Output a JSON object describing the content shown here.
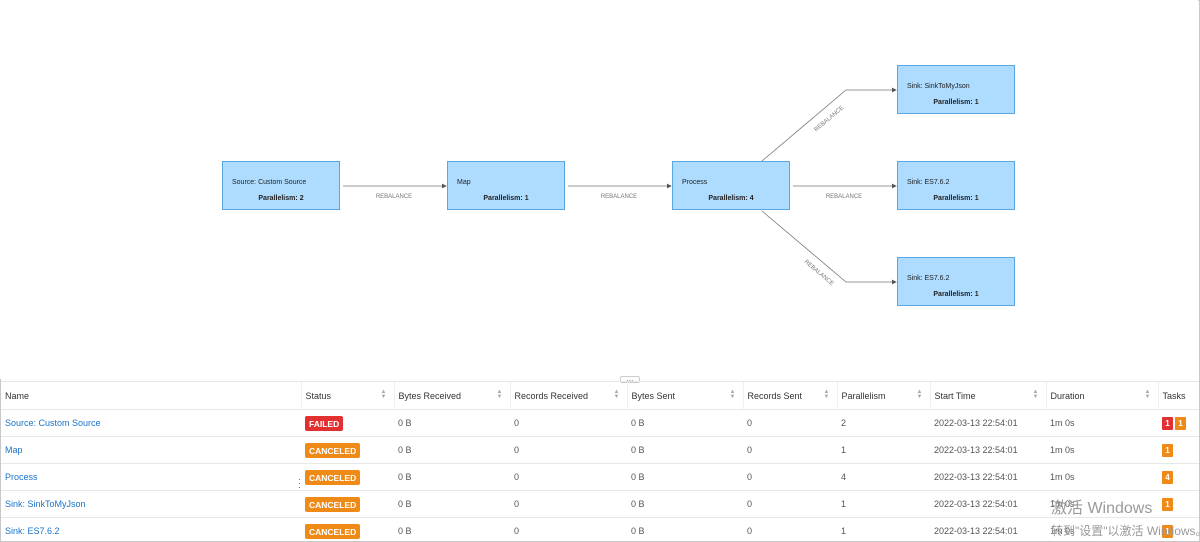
{
  "graph": {
    "nodes": [
      {
        "name": "Source: Custom Source",
        "parallelism": "2"
      },
      {
        "name": "Map",
        "parallelism": "1"
      },
      {
        "name": "Process",
        "parallelism": "4"
      },
      {
        "name": "Sink: SinkToMyJson",
        "parallelism": "1"
      },
      {
        "name": "Sink: ES7.6.2",
        "parallelism": "1"
      },
      {
        "name": "Sink: ES7.6.2",
        "parallelism": "1"
      }
    ],
    "parallelism_label": "Parallelism:",
    "edges": [
      "REBALANCE",
      "REBALANCE",
      "REBALANCE",
      "REBALANCE",
      "REBALANCE"
    ]
  },
  "splitter": "...",
  "table": {
    "columns": [
      "Name",
      "Status",
      "Bytes Received",
      "Records Received",
      "Bytes Sent",
      "Records Sent",
      "Parallelism",
      "Start Time",
      "Duration",
      "Tasks"
    ],
    "rows": [
      {
        "name": "Source: Custom Source",
        "status": "FAILED",
        "bytes_received": "0 B",
        "records_received": "0",
        "bytes_sent": "0 B",
        "records_sent": "0",
        "parallelism": "2",
        "start_time": "2022-03-13 22:54:01",
        "duration": "1m 0s",
        "tasks": [
          {
            "count": "1",
            "state": "failed"
          },
          {
            "count": "1",
            "state": "canceled"
          }
        ]
      },
      {
        "name": "Map",
        "status": "CANCELED",
        "bytes_received": "0 B",
        "records_received": "0",
        "bytes_sent": "0 B",
        "records_sent": "0",
        "parallelism": "1",
        "start_time": "2022-03-13 22:54:01",
        "duration": "1m 0s",
        "tasks": [
          {
            "count": "1",
            "state": "canceled"
          }
        ]
      },
      {
        "name": "Process",
        "status": "CANCELED",
        "bytes_received": "0 B",
        "records_received": "0",
        "bytes_sent": "0 B",
        "records_sent": "0",
        "parallelism": "4",
        "start_time": "2022-03-13 22:54:01",
        "duration": "1m 0s",
        "tasks": [
          {
            "count": "4",
            "state": "canceled"
          }
        ]
      },
      {
        "name": "Sink: SinkToMyJson",
        "status": "CANCELED",
        "bytes_received": "0 B",
        "records_received": "0",
        "bytes_sent": "0 B",
        "records_sent": "0",
        "parallelism": "1",
        "start_time": "2022-03-13 22:54:01",
        "duration": "1m 0s",
        "tasks": [
          {
            "count": "1",
            "state": "canceled"
          }
        ]
      },
      {
        "name": "Sink: ES7.6.2",
        "status": "CANCELED",
        "bytes_received": "0 B",
        "records_received": "0",
        "bytes_sent": "0 B",
        "records_sent": "0",
        "parallelism": "1",
        "start_time": "2022-03-13 22:54:01",
        "duration": "1m 0s",
        "tasks": [
          {
            "count": "1",
            "state": "canceled"
          }
        ]
      }
    ]
  },
  "watermark": {
    "line1": "激活 Windows",
    "line2": "转到\"设置\"以激活 Windows。"
  },
  "colors": {
    "node_fill": "#aedcff",
    "node_border": "#5aa6e0",
    "failed": "#e23030",
    "canceled": "#ef8a16",
    "link": "#1a73c9"
  }
}
